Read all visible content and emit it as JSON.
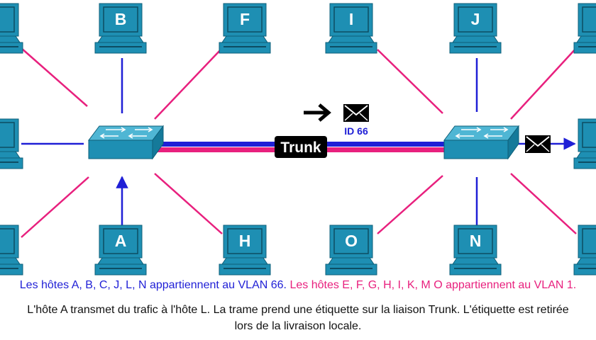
{
  "colors": {
    "vlan66": "#1f1fd6",
    "vlan_other": "#e8207e",
    "device": "#1e8fb3",
    "trunk_label_bg": "#000000"
  },
  "hosts": {
    "top_left_partial": "",
    "B": "B",
    "F": "F",
    "I": "I",
    "J": "J",
    "top_right_partial": "",
    "mid_left_partial": "",
    "mid_right_partial": "",
    "bottom_left_partial": "",
    "A": "A",
    "H": "H",
    "O": "O",
    "N": "N",
    "bottom_right_partial": ""
  },
  "trunk": {
    "label": "Trunk"
  },
  "frame": {
    "tag_label": "ID 66",
    "envelope_icon": "envelope-icon",
    "arrow_icon": "arrow-right-icon"
  },
  "caption": {
    "vlan66_text": "Les hôtes A, B, C, J, L, N appartiennent au VLAN 66.",
    "vlan_other_text": "Les hôtes E, F, G, H, I, K, M O appartiennent au VLAN 1.",
    "line2": "L'hôte A transmet du trafic à l'hôte L. La trame prend une étiquette sur la liaison Trunk. L'étiquette est retirée",
    "line3": "lors de la livraison locale."
  }
}
